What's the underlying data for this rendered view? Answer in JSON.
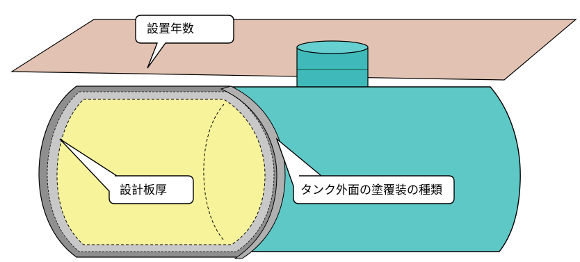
{
  "diagram": {
    "labels": {
      "installation_years": "設置年数",
      "design_thickness": "設計板厚",
      "coating_type": "タンク外面の塗覆装の種類"
    },
    "colors": {
      "ground_plane": "#e2c2b2",
      "tank_body": "#5ec8c6",
      "tank_body_shade": "#4fb8b6",
      "manhole": "#3fb9b9",
      "manhole_top": "#66d0d0",
      "tank_interior": "#f7f39a",
      "shell_wall": "#c8c8c8",
      "shell_outer": "#8f8f8f",
      "outline": "#000000",
      "callout_fill": "#ffffff"
    }
  }
}
